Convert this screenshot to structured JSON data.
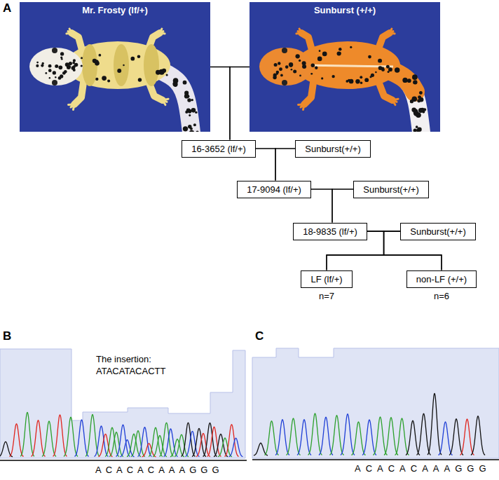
{
  "diagram": {
    "nodes": [
      {
        "text": [
          "Mr. Frosty (lf/+)"
        ]
      },
      {
        "text": [
          "Sunburst (+/+)"
        ]
      },
      {
        "text": [
          "16-3652 (lf/+)"
        ]
      },
      {
        "text": [
          "Sunburst(+/+)"
        ]
      },
      {
        "text": [
          "17-9094 (lf/+)"
        ]
      },
      {
        "text": [
          "Sunburst(+/+)"
        ]
      },
      {
        "text": [
          "18-9835 (lf/+)"
        ]
      },
      {
        "text": [
          "Sunburst(+/+)"
        ]
      },
      {
        "text": [
          "LF (lf/+)",
          "n=7"
        ]
      },
      {
        "text": [
          "non-LF (+/+)",
          "n=6"
        ]
      }
    ],
    "edges": [
      {
        "from": 0,
        "to": 2,
        "arrow": "none"
      },
      {
        "from": 1,
        "to": 2,
        "arrow": "none"
      },
      {
        "from": 2,
        "to": 4,
        "arrow": "none"
      },
      {
        "from": 3,
        "to": 4,
        "arrow": "none"
      },
      {
        "from": 4,
        "to": 6,
        "arrow": "none"
      },
      {
        "from": 5,
        "to": 6,
        "arrow": "none"
      },
      {
        "from": 6,
        "to": 8,
        "arrow": "none"
      },
      {
        "from": 7,
        "to": 8,
        "arrow": "none"
      },
      {
        "from": 6,
        "to": 9,
        "arrow": "none"
      },
      {
        "from": 7,
        "to": 9,
        "arrow": "none"
      }
    ],
    "labels": [
      "A",
      "B",
      "C",
      "The insertion:",
      "ATACATACACTT",
      "ACACACAAAGGG",
      "ACACACAAAGGG"
    ]
  }
}
